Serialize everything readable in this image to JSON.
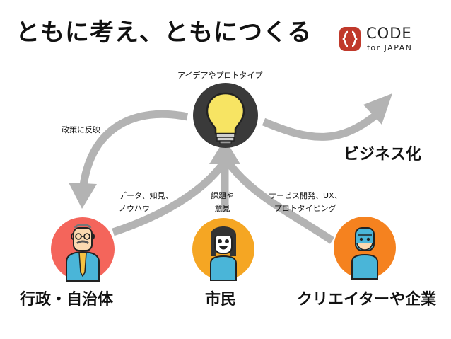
{
  "title": "ともに考え、ともにつくる",
  "logo": {
    "name": "CODE",
    "sub": "for JAPAN",
    "brand_color": "#c0392b"
  },
  "center": {
    "label": "アイデアやプロトタイプ",
    "icon": "lightbulb-icon"
  },
  "left_arrow_label": "政策に反映",
  "right_label": "ビジネス化",
  "flows": {
    "government": [
      "データ、知見、",
      "ノウハウ"
    ],
    "citizen": [
      "課題や",
      "意見"
    ],
    "creator": [
      "サービス開発、UX、",
      "プロトタイピング"
    ]
  },
  "actors": [
    {
      "name": "行政・自治体",
      "icon": "official-icon",
      "color": "#f4655b"
    },
    {
      "name": "市民",
      "icon": "citizen-icon",
      "color": "#f5a623"
    },
    {
      "name": "クリエイターや企業",
      "icon": "creator-icon",
      "color": "#f5821f"
    }
  ],
  "colors": {
    "arrow": "#b3b3b3",
    "bulb_circle": "#3a3a3a",
    "bulb": "#f7e463"
  }
}
